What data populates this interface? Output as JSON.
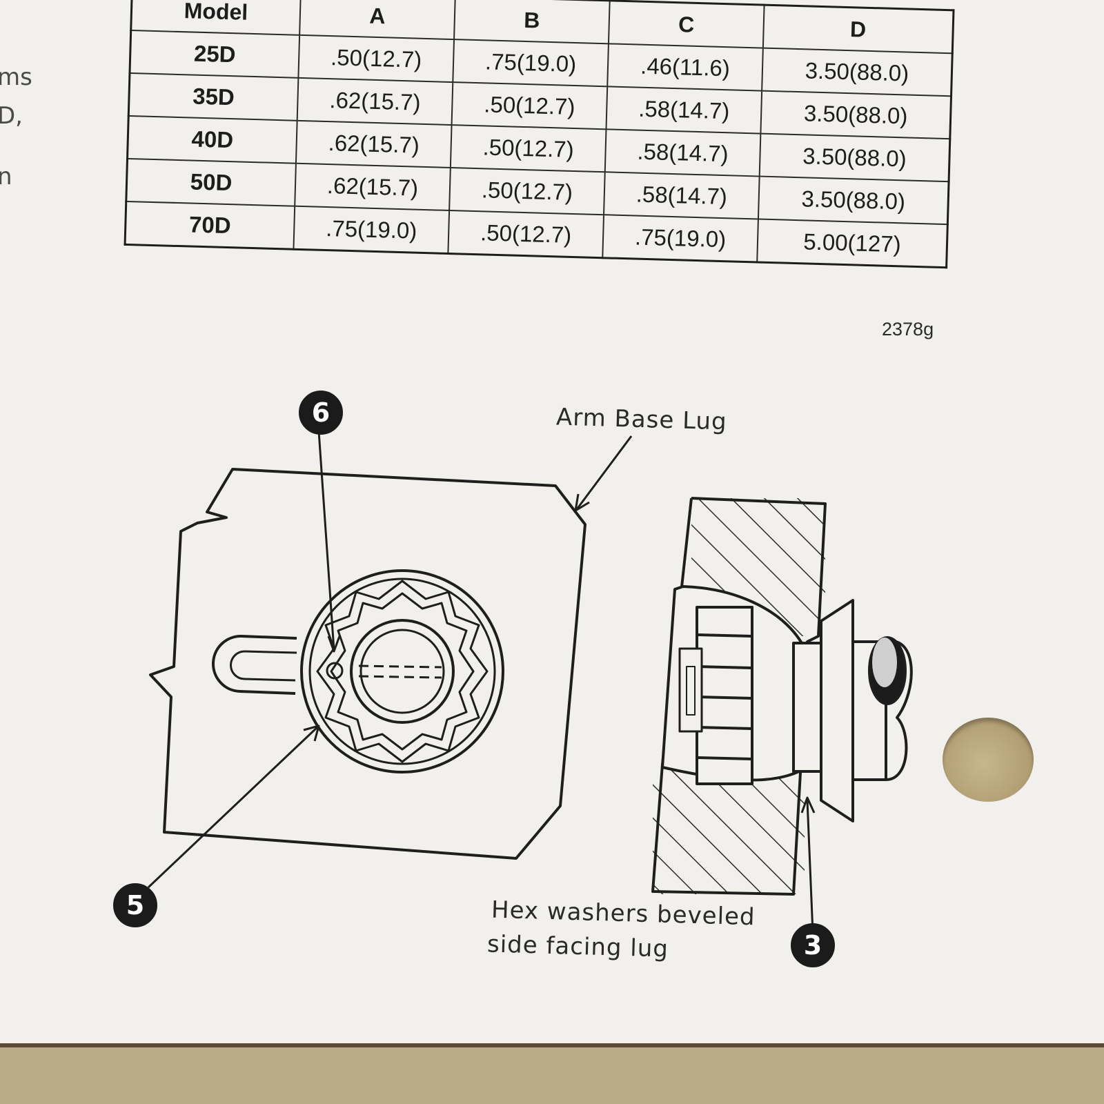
{
  "left_fragments": [
    "ms",
    "D,",
    "n"
  ],
  "table": {
    "headers": [
      "Model",
      "A",
      "B",
      "C",
      "D"
    ],
    "rows": [
      [
        "25D",
        ".50(12.7)",
        ".75(19.0)",
        ".46(11.6)",
        "3.50(88.0)"
      ],
      [
        "35D",
        ".62(15.7)",
        ".50(12.7)",
        ".58(14.7)",
        "3.50(88.0)"
      ],
      [
        "40D",
        ".62(15.7)",
        ".50(12.7)",
        ".58(14.7)",
        "3.50(88.0)"
      ],
      [
        "50D",
        ".62(15.7)",
        ".50(12.7)",
        ".58(14.7)",
        "3.50(88.0)"
      ],
      [
        "70D",
        ".75(19.0)",
        ".50(12.7)",
        ".75(19.0)",
        "5.00(127)"
      ]
    ]
  },
  "figure_code": "2378g",
  "labels": {
    "arm_base_lug": "Arm Base Lug",
    "hex_washers_line1": "Hex washers beveled",
    "hex_washers_line2": "side facing lug"
  },
  "callouts": {
    "six": "6",
    "five": "5",
    "three": "3"
  }
}
